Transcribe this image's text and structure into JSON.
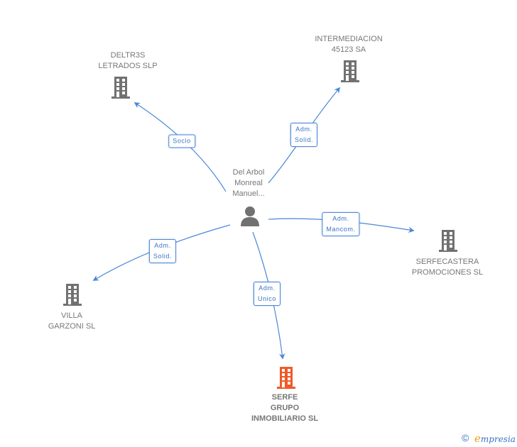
{
  "colors": {
    "edge": "#4a86d8",
    "building_default": "#717171",
    "building_main": "#f05a28",
    "person": "#717171"
  },
  "center": {
    "name_lines": [
      "Del Arbol",
      "Monreal",
      "Manuel..."
    ],
    "icon": "person-icon"
  },
  "nodes": [
    {
      "id": "deltr3s",
      "lines": [
        "DELTR3S",
        "LETRADOS SLP"
      ],
      "icon": "building-icon",
      "main": false
    },
    {
      "id": "intermediacion",
      "lines": [
        "INTERMEDIACION",
        "45123 SA"
      ],
      "icon": "building-icon",
      "main": false
    },
    {
      "id": "serfecastera",
      "lines": [
        "SERFECASTERA",
        "PROMOCIONES SL"
      ],
      "icon": "building-icon",
      "main": false
    },
    {
      "id": "villa-garzoni",
      "lines": [
        "VILLA",
        "GARZONI SL"
      ],
      "icon": "building-icon",
      "main": false
    },
    {
      "id": "serfe-grupo",
      "lines": [
        "SERFE",
        "GRUPO",
        "INMOBILIARIO SL"
      ],
      "icon": "building-icon",
      "main": true
    }
  ],
  "edges": [
    {
      "to": "deltr3s",
      "label_lines": [
        "Socio"
      ]
    },
    {
      "to": "intermediacion",
      "label_lines": [
        "Adm.",
        "Solid."
      ]
    },
    {
      "to": "serfecastera",
      "label_lines": [
        "Adm.",
        "Mancom."
      ]
    },
    {
      "to": "villa-garzoni",
      "label_lines": [
        "Adm.",
        "Solid."
      ]
    },
    {
      "to": "serfe-grupo",
      "label_lines": [
        "Adm.",
        "Unico"
      ]
    }
  ],
  "footer": {
    "copyright_symbol": "©",
    "brand_initial": "e",
    "brand_rest": "mpresia"
  }
}
